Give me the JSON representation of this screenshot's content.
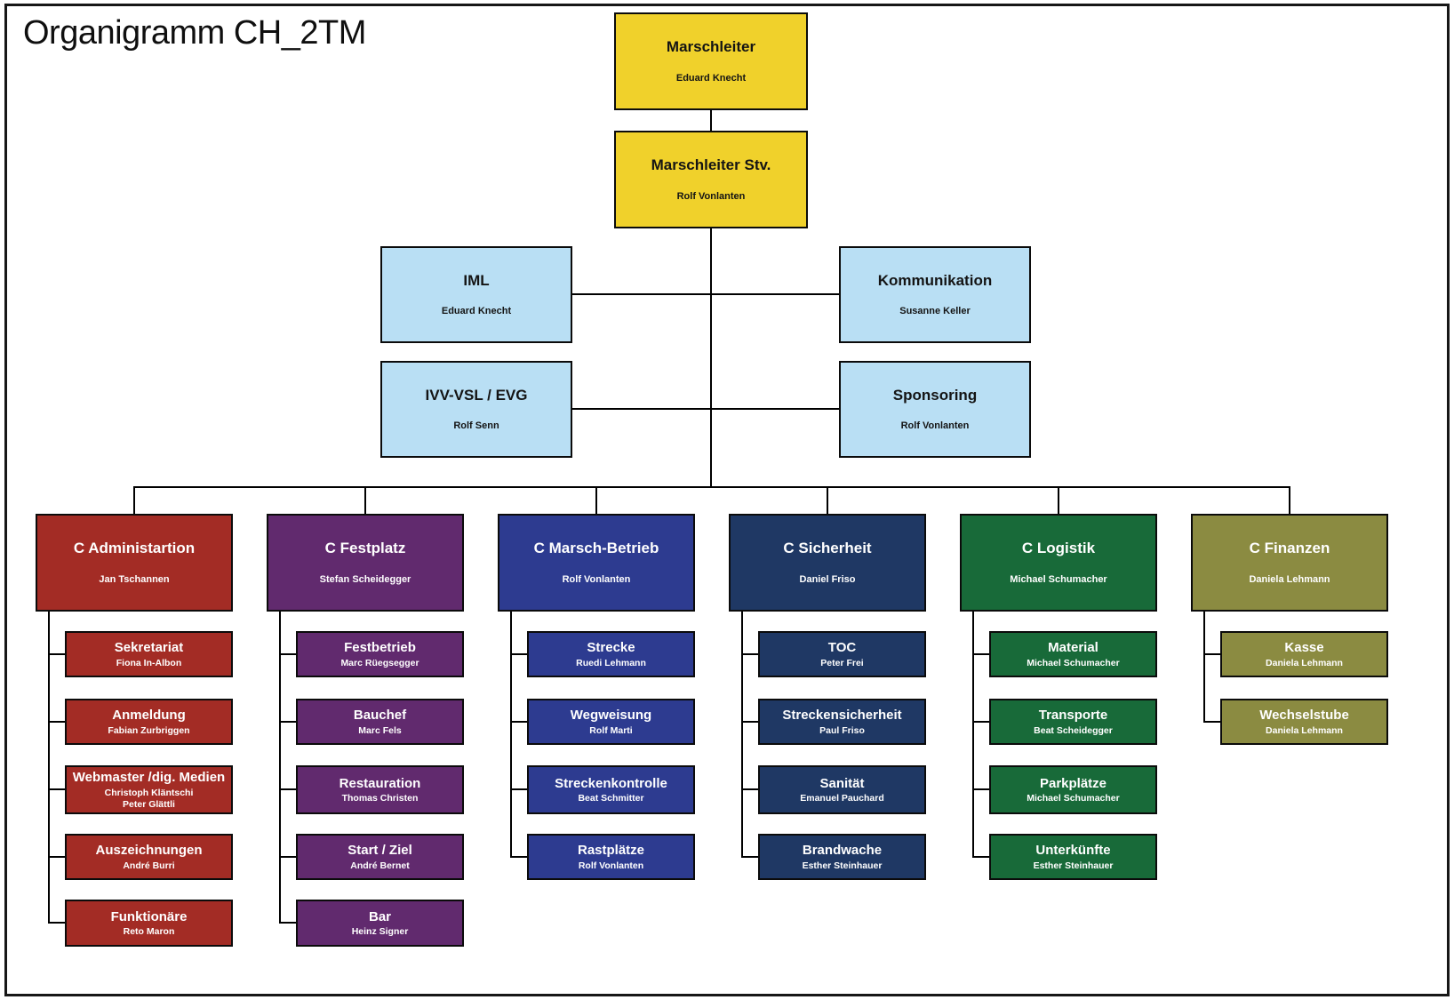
{
  "page": {
    "title": "Organigramm CH_2TM"
  },
  "colors": {
    "yellow": "#F0D12B",
    "lightblue": "#B9DFF4",
    "admin": "#A32C25",
    "festplatz": "#612A6E",
    "marsch": "#2D3B90",
    "sicherheit": "#1F3864",
    "logistik": "#186A39",
    "finanzen": "#8B8B41"
  },
  "top": {
    "marschleiter": {
      "title": "Marschleiter",
      "person": "Eduard Knecht"
    },
    "stellvertreter": {
      "title": "Marschleiter Stv.",
      "person": "Rolf Vonlanten"
    },
    "iml": {
      "title": "IML",
      "person": "Eduard Knecht"
    },
    "kommunikation": {
      "title": "Kommunikation",
      "person": "Susanne Keller"
    },
    "ivv": {
      "title": "IVV-VSL / EVG",
      "person": "Rolf Senn"
    },
    "sponsoring": {
      "title": "Sponsoring",
      "person": "Rolf Vonlanten"
    }
  },
  "departments": [
    {
      "title": "C Administartion",
      "head": "Jan Tschannen",
      "children": [
        {
          "name": "Sekretariat",
          "person": "Fiona In-Albon"
        },
        {
          "name": "Anmeldung",
          "person": "Fabian Zurbriggen"
        },
        {
          "name": "Webmaster /dig. Medien",
          "person": "Christoph Kläntschi",
          "person2": "Peter Glättli"
        },
        {
          "name": "Auszeichnungen",
          "person": "André Burri"
        },
        {
          "name": "Funktionäre",
          "person": "Reto Maron"
        }
      ]
    },
    {
      "title": "C Festplatz",
      "head": "Stefan Scheidegger",
      "children": [
        {
          "name": "Festbetrieb",
          "person": "Marc Rüegsegger"
        },
        {
          "name": "Bauchef",
          "person": "Marc Fels"
        },
        {
          "name": "Restauration",
          "person": "Thomas Christen"
        },
        {
          "name": "Start / Ziel",
          "person": "André Bernet"
        },
        {
          "name": "Bar",
          "person": "Heinz Signer"
        }
      ]
    },
    {
      "title": "C Marsch-Betrieb",
      "head": "Rolf Vonlanten",
      "children": [
        {
          "name": "Strecke",
          "person": "Ruedi Lehmann"
        },
        {
          "name": "Wegweisung",
          "person": "Rolf Marti"
        },
        {
          "name": "Streckenkontrolle",
          "person": "Beat Schmitter"
        },
        {
          "name": "Rastplätze",
          "person": "Rolf Vonlanten"
        }
      ]
    },
    {
      "title": "C Sicherheit",
      "head": "Daniel Friso",
      "children": [
        {
          "name": "TOC",
          "person": "Peter Frei"
        },
        {
          "name": "Streckensicherheit",
          "person": "Paul Friso"
        },
        {
          "name": "Sanität",
          "person": "Emanuel Pauchard"
        },
        {
          "name": "Brandwache",
          "person": "Esther Steinhauer"
        }
      ]
    },
    {
      "title": "C Logistik",
      "head": "Michael Schumacher",
      "children": [
        {
          "name": "Material",
          "person": "Michael Schumacher"
        },
        {
          "name": "Transporte",
          "person": "Beat Scheidegger"
        },
        {
          "name": "Parkplätze",
          "person": "Michael Schumacher"
        },
        {
          "name": "Unterkünfte",
          "person": "Esther Steinhauer"
        }
      ]
    },
    {
      "title": "C Finanzen",
      "head": "Daniela Lehmann",
      "children": [
        {
          "name": "Kasse",
          "person": "Daniela Lehmann"
        },
        {
          "name": "Wechselstube",
          "person": "Daniela Lehmann"
        }
      ]
    }
  ]
}
